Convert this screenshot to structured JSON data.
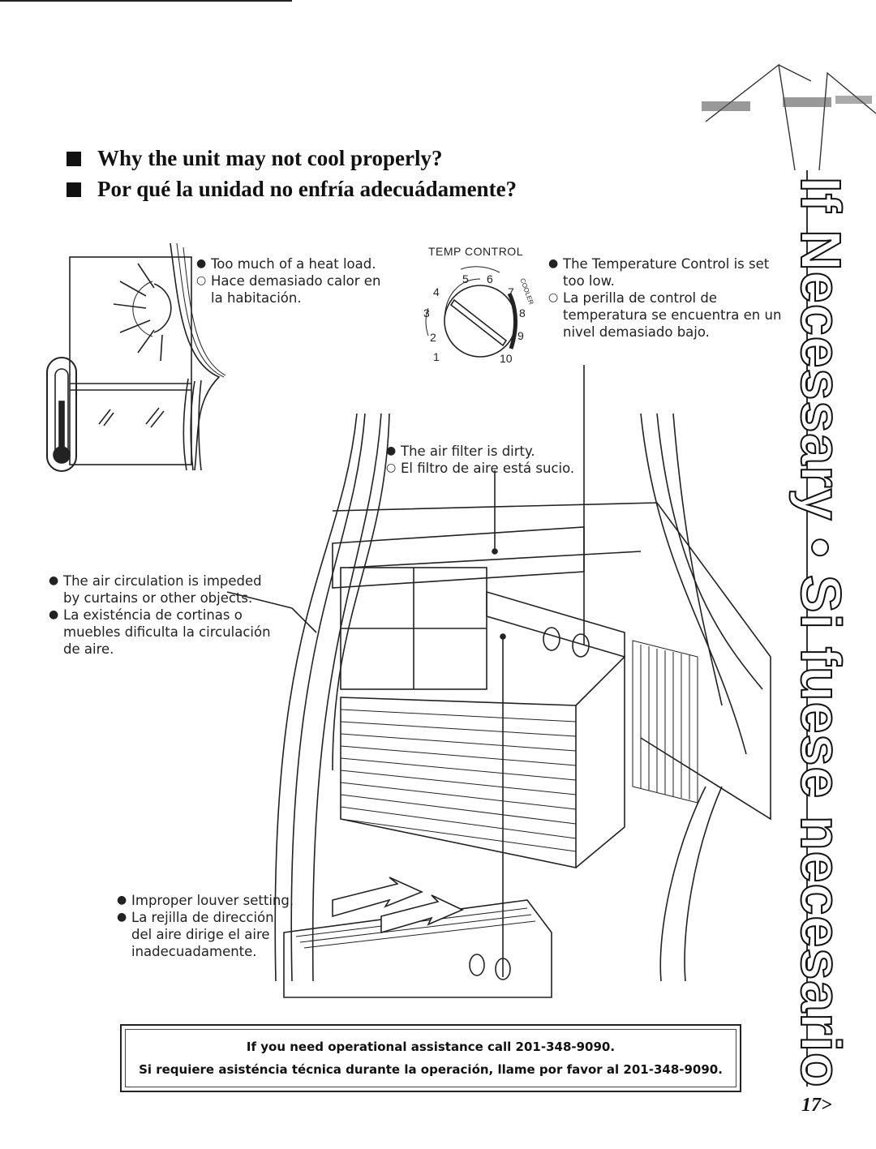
{
  "headings": [
    "Why the unit may not cool properly?",
    "Por qué la unidad no enfría adecuádamente?"
  ],
  "notes": {
    "heat_load": [
      "Too much of a heat load.",
      "Hace demasiado calor en la habitación."
    ],
    "temp_control": [
      "The Temperature Control is set too low.",
      "La perilla de control de temperatura se encuentra en un nivel demasiado bajo."
    ],
    "air_filter": [
      "The air filter is dirty.",
      "El filtro de aire está sucio."
    ],
    "air_circulation": [
      "The air circulation is impeded by curtains or other objects.",
      "La existéncia de cortinas o muebles dificulta la circulación de aire."
    ],
    "louver": [
      "Improper louver setting.",
      "La rejilla de dirección del aire dirige el aire inadecuadamente."
    ]
  },
  "dial": {
    "label": "TEMP CONTROL",
    "numbers": [
      "1",
      "2",
      "3",
      "4",
      "5",
      "6",
      "7",
      "8",
      "9",
      "10"
    ],
    "cooler": "COOLER"
  },
  "help": {
    "english": "If you need operational assistance call 201-348-9090.",
    "spanish": "Si requiere asisténcia técnica durante la operación, llame por favor al 201-348-9090."
  },
  "side_title": "If Necessary • Si fuese necesario",
  "page_number": "17"
}
